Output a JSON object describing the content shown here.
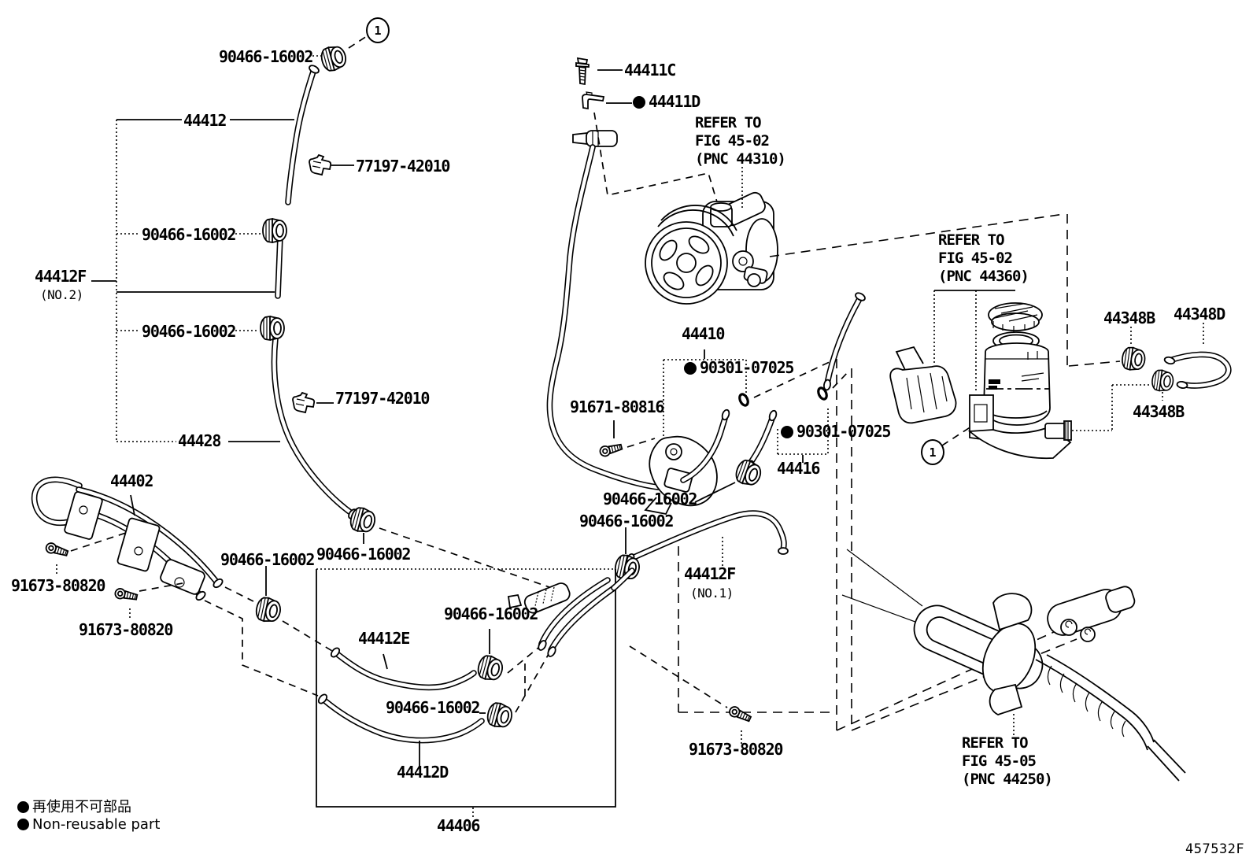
{
  "figure": {
    "code": "457532F",
    "balloon": "1"
  },
  "legend": {
    "jp": "再使用不可部品",
    "en": "Non-reusable part"
  },
  "parts": {
    "tube_44412": "44412",
    "tube_44412F": "44412F",
    "no2": "(NO.2)",
    "no1": "(NO.1)",
    "hose_44428": "44428",
    "cooler_44402": "44402",
    "set_44406": "44406",
    "tube_44410": "44410",
    "hose_44416": "44416",
    "bolt_44411C": "44411C",
    "clip_44411D": "44411D",
    "hose_44412E": "44412E",
    "hose_44412D": "44412D",
    "clamp_44348B": "44348B",
    "hose_44348D": "44348D",
    "clamp_90466": "90466-16002",
    "clip_77197": "77197-42010",
    "oring_90301": "90301-07025",
    "bolt_91671": "91671-80816",
    "bolt_91673": "91673-80820"
  },
  "notes": {
    "refer_pump": {
      "l1": "REFER TO",
      "l2": "FIG 45-02",
      "l3": "(PNC 44310)"
    },
    "refer_reservoir": {
      "l1": "REFER TO",
      "l2": "FIG 45-02",
      "l3": "(PNC 44360)"
    },
    "refer_gear": {
      "l1": "REFER TO",
      "l2": "FIG 45-05",
      "l3": "(PNC 44250)"
    }
  }
}
